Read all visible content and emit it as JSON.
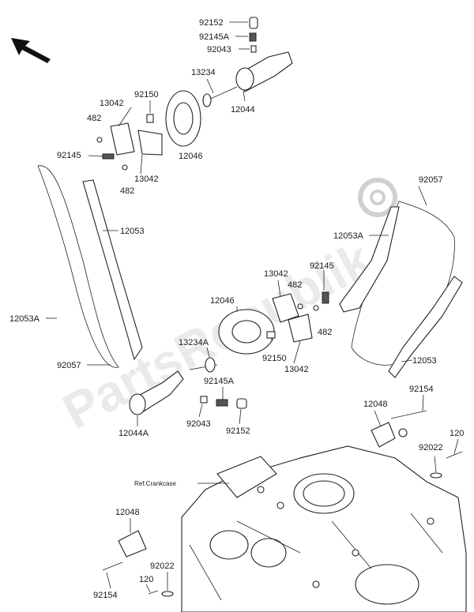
{
  "diagram": {
    "watermark": "PartsRepublik",
    "reference_label": "Ref.Crankcase",
    "labels": [
      {
        "id": "p92152_a",
        "text": "92152"
      },
      {
        "id": "p92145A_a",
        "text": "92145A"
      },
      {
        "id": "p92043_a",
        "text": "92043"
      },
      {
        "id": "p13234",
        "text": "13234"
      },
      {
        "id": "p12044",
        "text": "12044"
      },
      {
        "id": "p92150_a",
        "text": "92150"
      },
      {
        "id": "p13042_a",
        "text": "13042"
      },
      {
        "id": "p482_a",
        "text": "482"
      },
      {
        "id": "p92145_a",
        "text": "92145"
      },
      {
        "id": "p482_b",
        "text": "482"
      },
      {
        "id": "p13042_b",
        "text": "13042"
      },
      {
        "id": "p12046_a",
        "text": "12046"
      },
      {
        "id": "p12053_a",
        "text": "12053"
      },
      {
        "id": "p12053A_a",
        "text": "12053A"
      },
      {
        "id": "p92057_a",
        "text": "92057"
      },
      {
        "id": "p92057_b",
        "text": "92057"
      },
      {
        "id": "p12053A_b",
        "text": "12053A"
      },
      {
        "id": "p92145_b",
        "text": "92145"
      },
      {
        "id": "p13042_c",
        "text": "13042"
      },
      {
        "id": "p482_c",
        "text": "482"
      },
      {
        "id": "p12046_b",
        "text": "12046"
      },
      {
        "id": "p482_d",
        "text": "482"
      },
      {
        "id": "p13234A",
        "text": "13234A"
      },
      {
        "id": "p92150_b",
        "text": "92150"
      },
      {
        "id": "p13042_d",
        "text": "13042"
      },
      {
        "id": "p12053_b",
        "text": "12053"
      },
      {
        "id": "p92145A_b",
        "text": "92145A"
      },
      {
        "id": "p12048_a",
        "text": "12048"
      },
      {
        "id": "p92154_a",
        "text": "92154"
      },
      {
        "id": "p92043_b",
        "text": "92043"
      },
      {
        "id": "p92152_b",
        "text": "92152"
      },
      {
        "id": "p12044A",
        "text": "12044A"
      },
      {
        "id": "p120_a",
        "text": "120"
      },
      {
        "id": "p92022_a",
        "text": "92022"
      },
      {
        "id": "p12048_b",
        "text": "12048"
      },
      {
        "id": "p92022_b",
        "text": "92022"
      },
      {
        "id": "p92154_b",
        "text": "92154"
      },
      {
        "id": "p120_b",
        "text": "120"
      }
    ]
  }
}
